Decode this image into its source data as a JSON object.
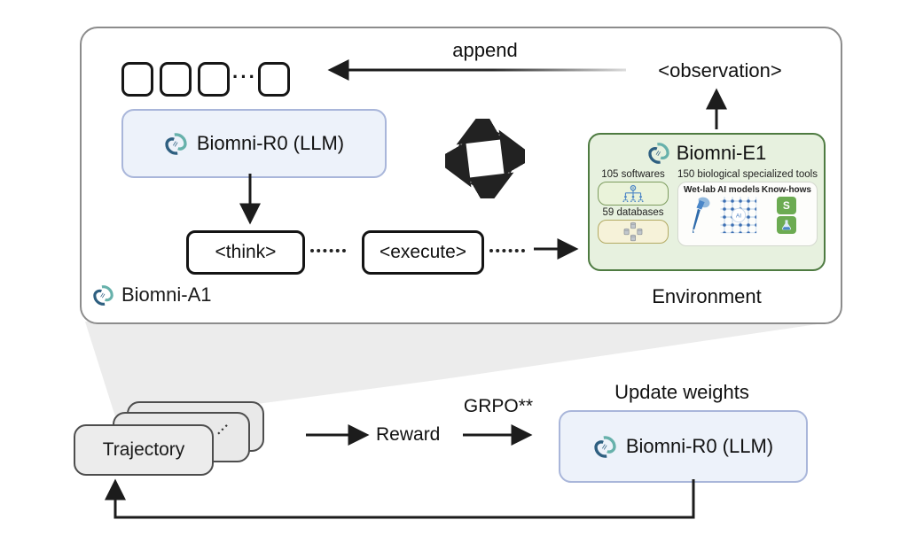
{
  "diagram": {
    "loop": {
      "append_label": "append",
      "observation_label": "<observation>",
      "llm_box_label": "Biomni-R0 (LLM)",
      "think_label": "<think>",
      "execute_label": "<execute>",
      "agent_label": "Biomni-A1",
      "environment_label": "Environment",
      "env_box": {
        "title": "Biomni-E1",
        "softwares_label": "105 softwares",
        "databases_label": "59 databases",
        "tools_label": "150 biological specialized tools",
        "wetlab_label": "Wet-lab",
        "ai_models_label": "AI models",
        "knowhows_label": "Know-hows",
        "s_badge": "S",
        "ai_center_label": "AI"
      }
    },
    "training": {
      "trajectory_label": "Trajectory",
      "reward_label": "Reward",
      "grpo_label": "GRPO**",
      "update_weights_label": "Update weights",
      "llm_box_label": "Biomni-R0 (LLM)"
    },
    "colors": {
      "logo_navy": "#2e5f80",
      "logo_teal": "#67b1ab",
      "llm_box_fill": "#edf2fa",
      "llm_box_border": "#a9b6da",
      "env_box_fill": "#e7f1df",
      "env_box_border": "#4e7b41",
      "mini_green_fill": "#eaf3da",
      "mini_yellow_fill": "#f6f2d9",
      "knowhow_green": "#6cab52",
      "card_gray": "#e9e9e9",
      "arrow_black": "#1c1c1c",
      "funnel_gray": "#ececec"
    }
  }
}
